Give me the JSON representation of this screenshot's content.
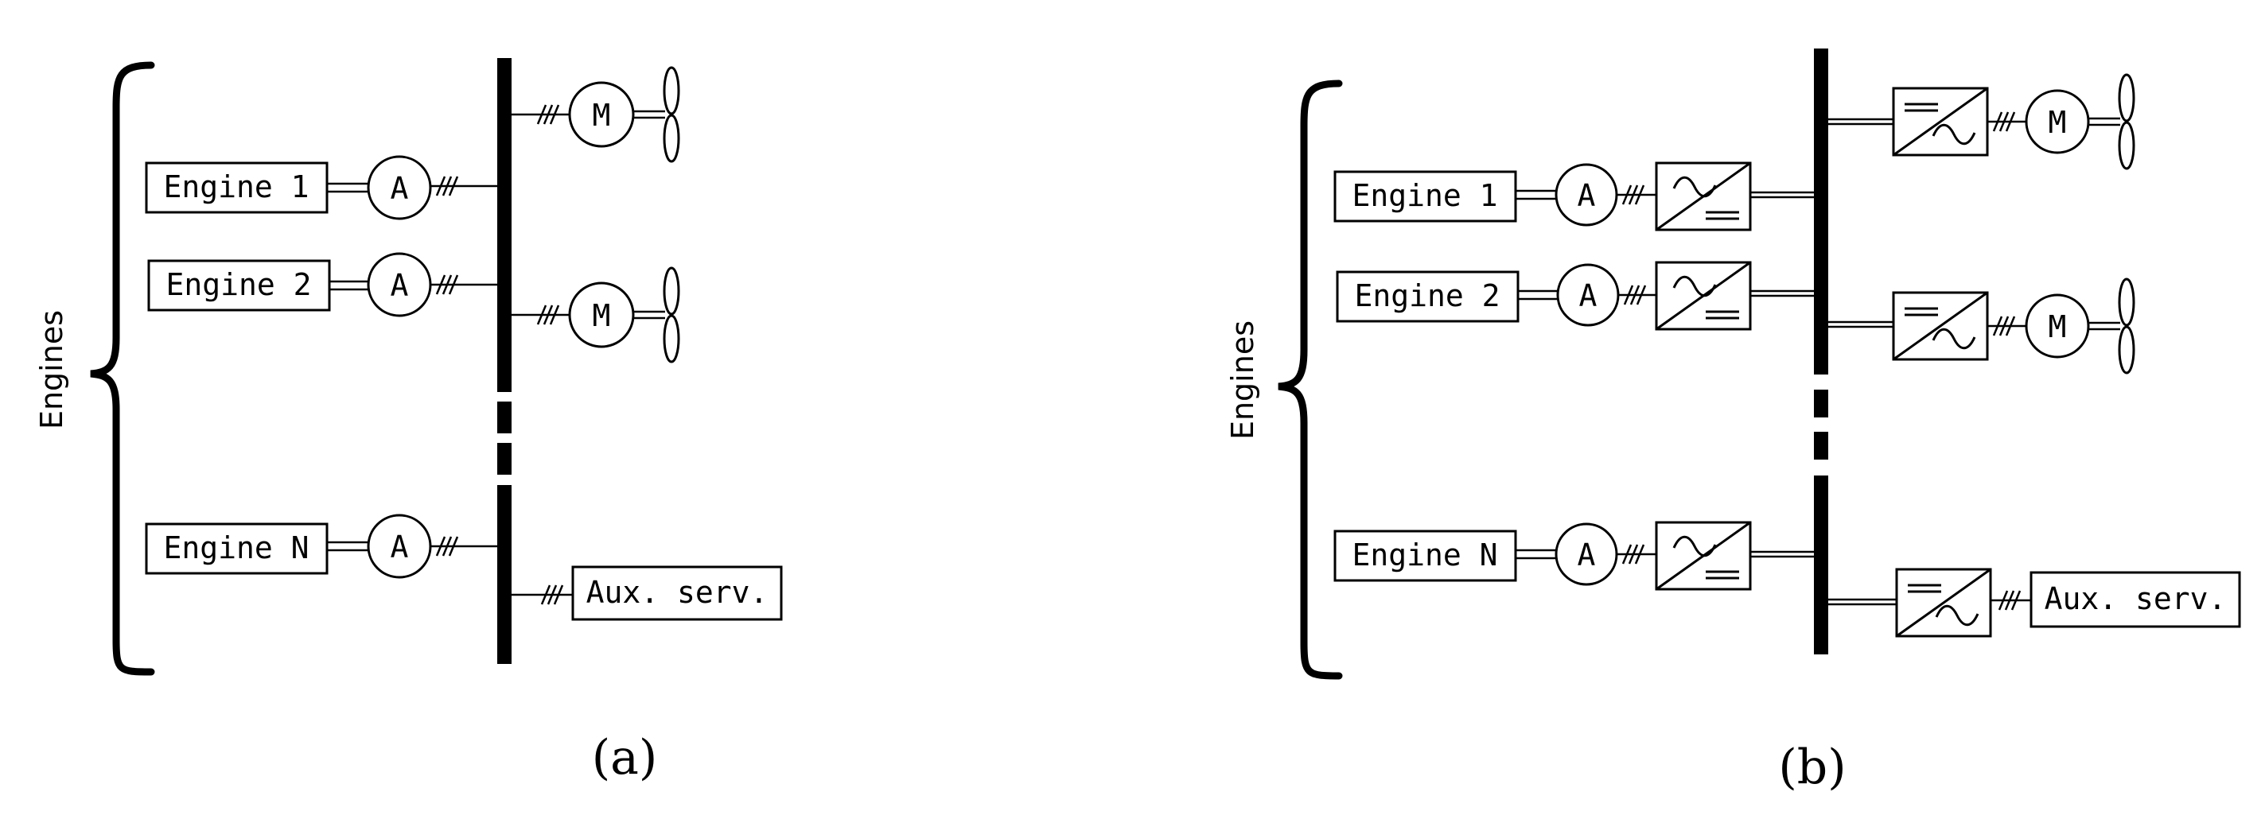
{
  "panel_a": {
    "group_label": "Engines",
    "engines": [
      "Engine 1",
      "Engine 2",
      "Engine N"
    ],
    "alternator_symbol": "A",
    "motor_symbol": "M",
    "aux_label": "Aux. serv.",
    "caption": "(a)"
  },
  "panel_b": {
    "group_label": "Engines",
    "engines": [
      "Engine 1",
      "Engine 2",
      "Engine N"
    ],
    "alternator_symbol": "A",
    "motor_symbol": "M",
    "aux_label": "Aux. serv.",
    "caption": "(b)"
  }
}
